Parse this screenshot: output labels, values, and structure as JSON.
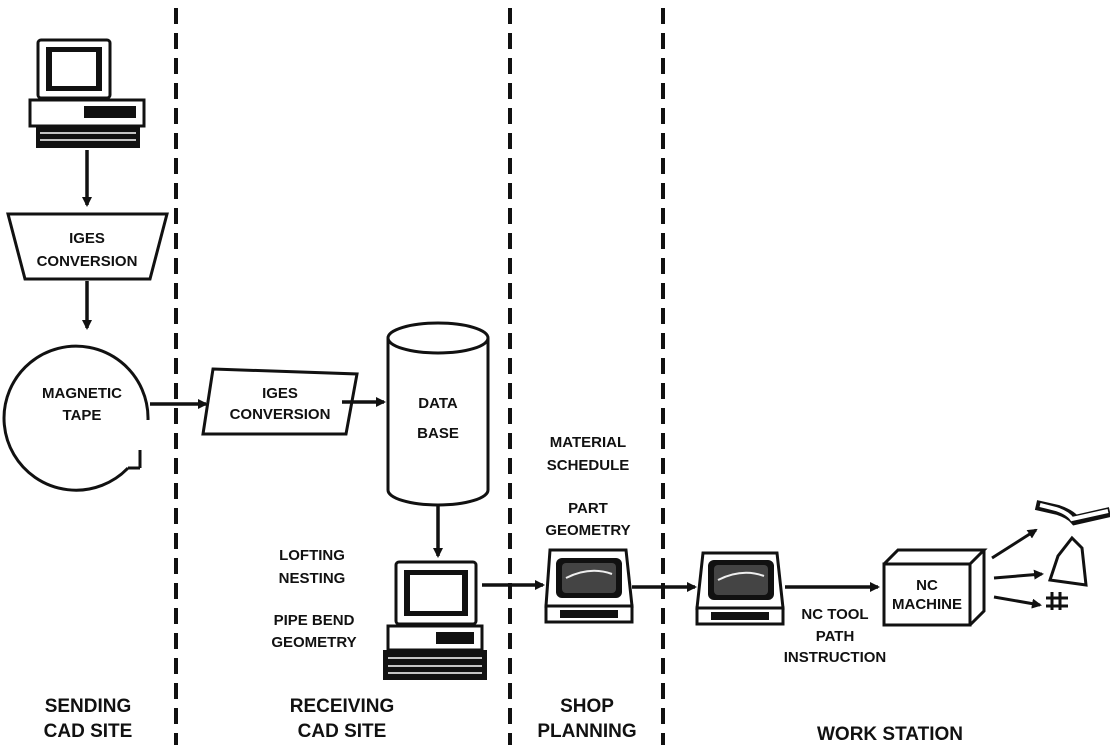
{
  "columns": {
    "sending": {
      "line1": "SENDING",
      "line2": "CAD SITE"
    },
    "receiving": {
      "line1": "RECEIVING",
      "line2": "CAD SITE"
    },
    "shop": {
      "line1": "SHOP",
      "line2": "PLANNING"
    },
    "work": {
      "line1": "WORK STATION"
    }
  },
  "nodes": {
    "iges1": {
      "line1": "IGES",
      "line2": "CONVERSION"
    },
    "tape": {
      "line1": "MAGNETIC",
      "line2": "TAPE"
    },
    "iges2": {
      "line1": "IGES",
      "line2": "CONVERSION"
    },
    "database": {
      "line1": "DATA",
      "line2": "BASE"
    },
    "nc_machine": {
      "line1": "NC",
      "line2": "MACHINE"
    }
  },
  "labels": {
    "lofting": "LOFTING",
    "nesting": "NESTING",
    "pipe_bend_1": "PIPE BEND",
    "pipe_bend_2": "GEOMETRY",
    "material_1": "MATERIAL",
    "material_2": "SCHEDULE",
    "part_1": "PART",
    "part_2": "GEOMETRY",
    "nc_tool_1": "NC TOOL",
    "nc_tool_2": "PATH",
    "nc_tool_3": "INSTRUCTION"
  }
}
